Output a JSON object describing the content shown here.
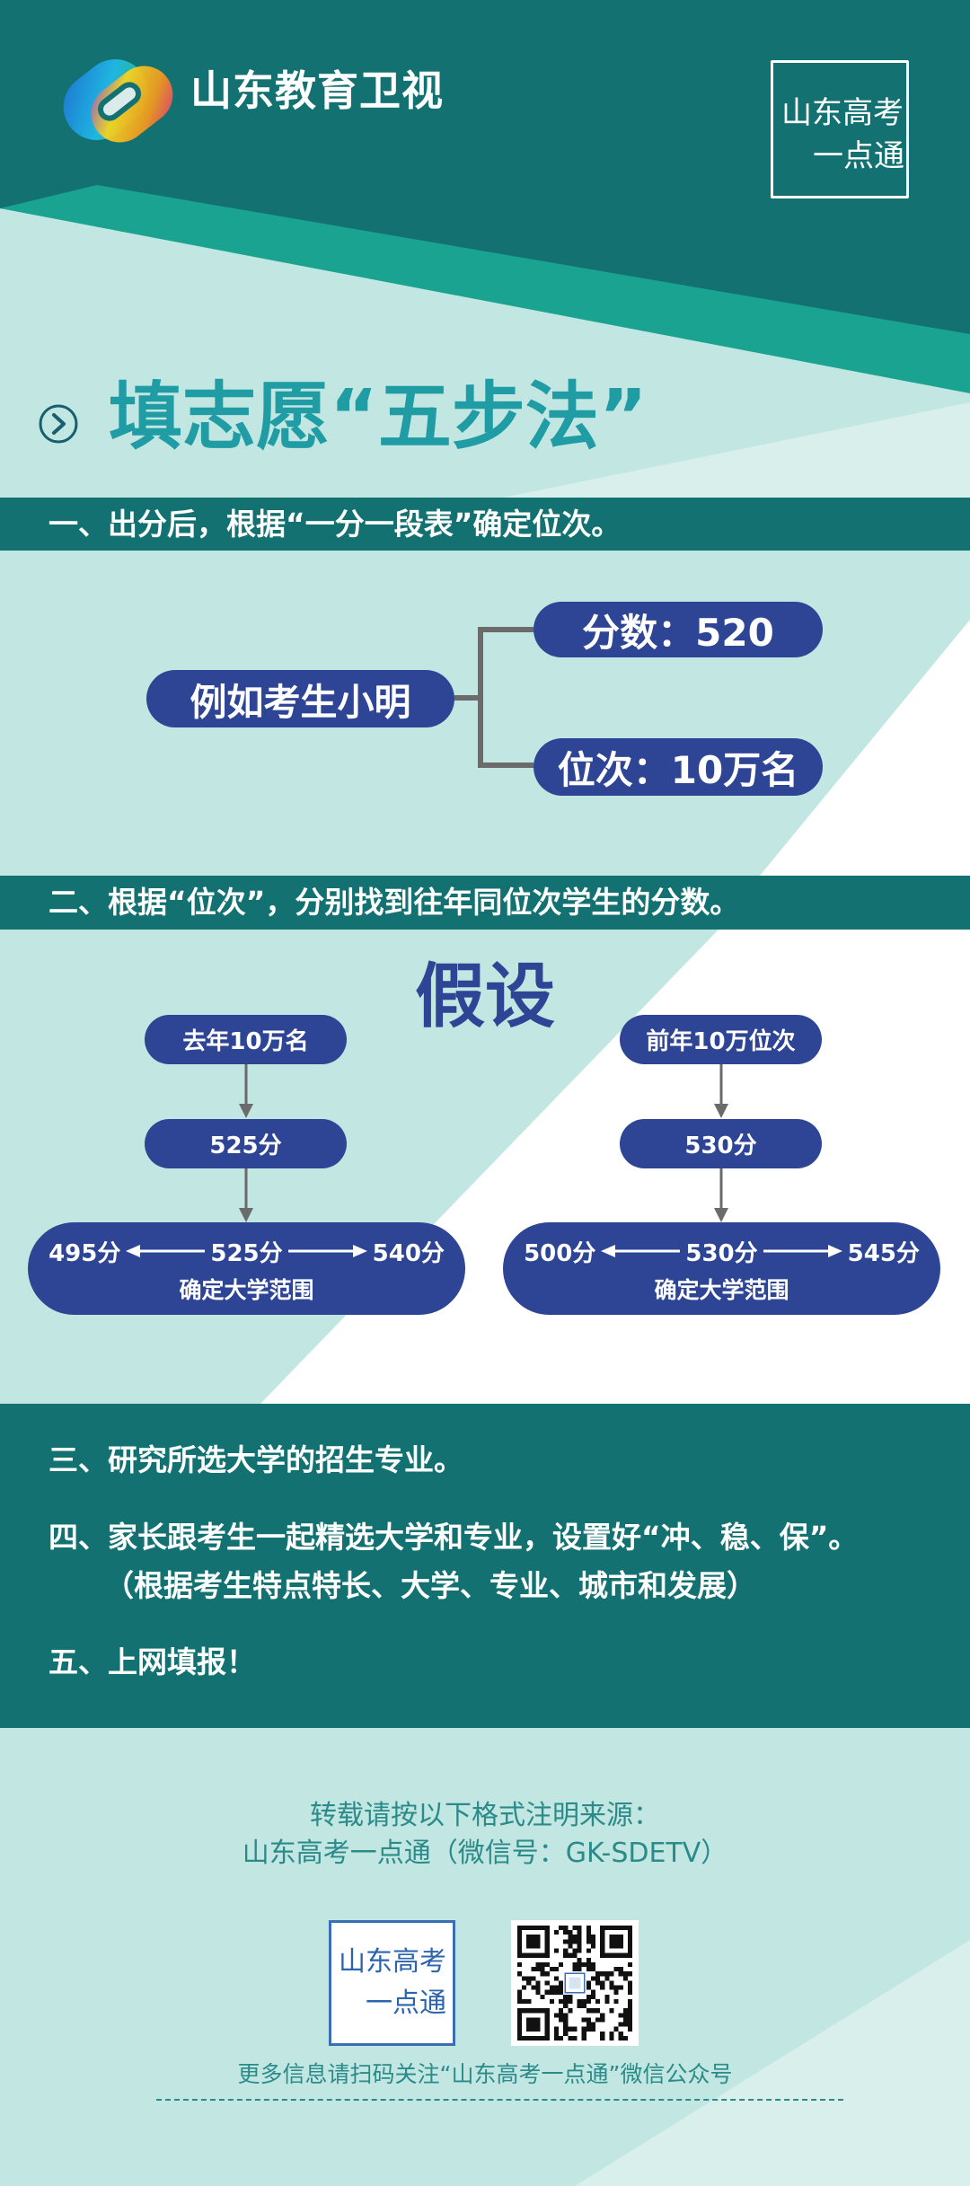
{
  "header": {
    "brand_name": "山东教育卫视",
    "badge_line1": "山东高考",
    "badge_line2": "一点通"
  },
  "title": "填志愿“五步法”",
  "step1": {
    "heading": "一、出分后，根据“一分一段表”确定位次。",
    "example": "例如考生小明",
    "score": "分数：520",
    "rank": "位次：10万名"
  },
  "step2": {
    "heading": "二、根据“位次”，分别找到往年同位次学生的分数。",
    "assumption": "假设",
    "last_year": {
      "rank": "去年10万名",
      "score": "525分",
      "low": "495分",
      "mid": "525分",
      "high": "540分",
      "caption": "确定大学范围"
    },
    "year_before": {
      "rank": "前年10万位次",
      "score": "530分",
      "low": "500分",
      "mid": "530分",
      "high": "545分",
      "caption": "确定大学范围"
    }
  },
  "later_steps": {
    "step3": "三、研究所选大学的招生专业。",
    "step4": "四、家长跟考生一起精选大学和专业，设置好“冲、稳、保”。",
    "step4_note": "（根据考生特点特长、大学、专业、城市和发展）",
    "step5": "五、上网填报！"
  },
  "footer": {
    "source_note": "转载请按以下格式注明来源：",
    "source_name": "山东高考一点通（微信号：GK-SDETV）",
    "logo_line1": "山东高考",
    "logo_line2": "一点通",
    "follow_note": "更多信息请扫码关注“山东高考一点通”微信公众号"
  },
  "icons": {
    "brand": "colorful-ribbon-logo",
    "title_bullet": "circle-chevron-right-icon",
    "flow_arrow": "arrow-down-icon",
    "range_arrows": [
      "arrow-left-icon",
      "arrow-right-icon"
    ],
    "qr": "qr-code"
  },
  "colors": {
    "dark_teal": "#137271",
    "bright_teal": "#1ba392",
    "mint": "#c2e6e1",
    "mint_light": "#d8efeb",
    "title_teal": "#1f9ca4",
    "pill_blue": "#2e4494",
    "connector_gray": "#6b6b6b",
    "footer_text": "#2b8b8a",
    "icon_dark": "#175f6e"
  }
}
